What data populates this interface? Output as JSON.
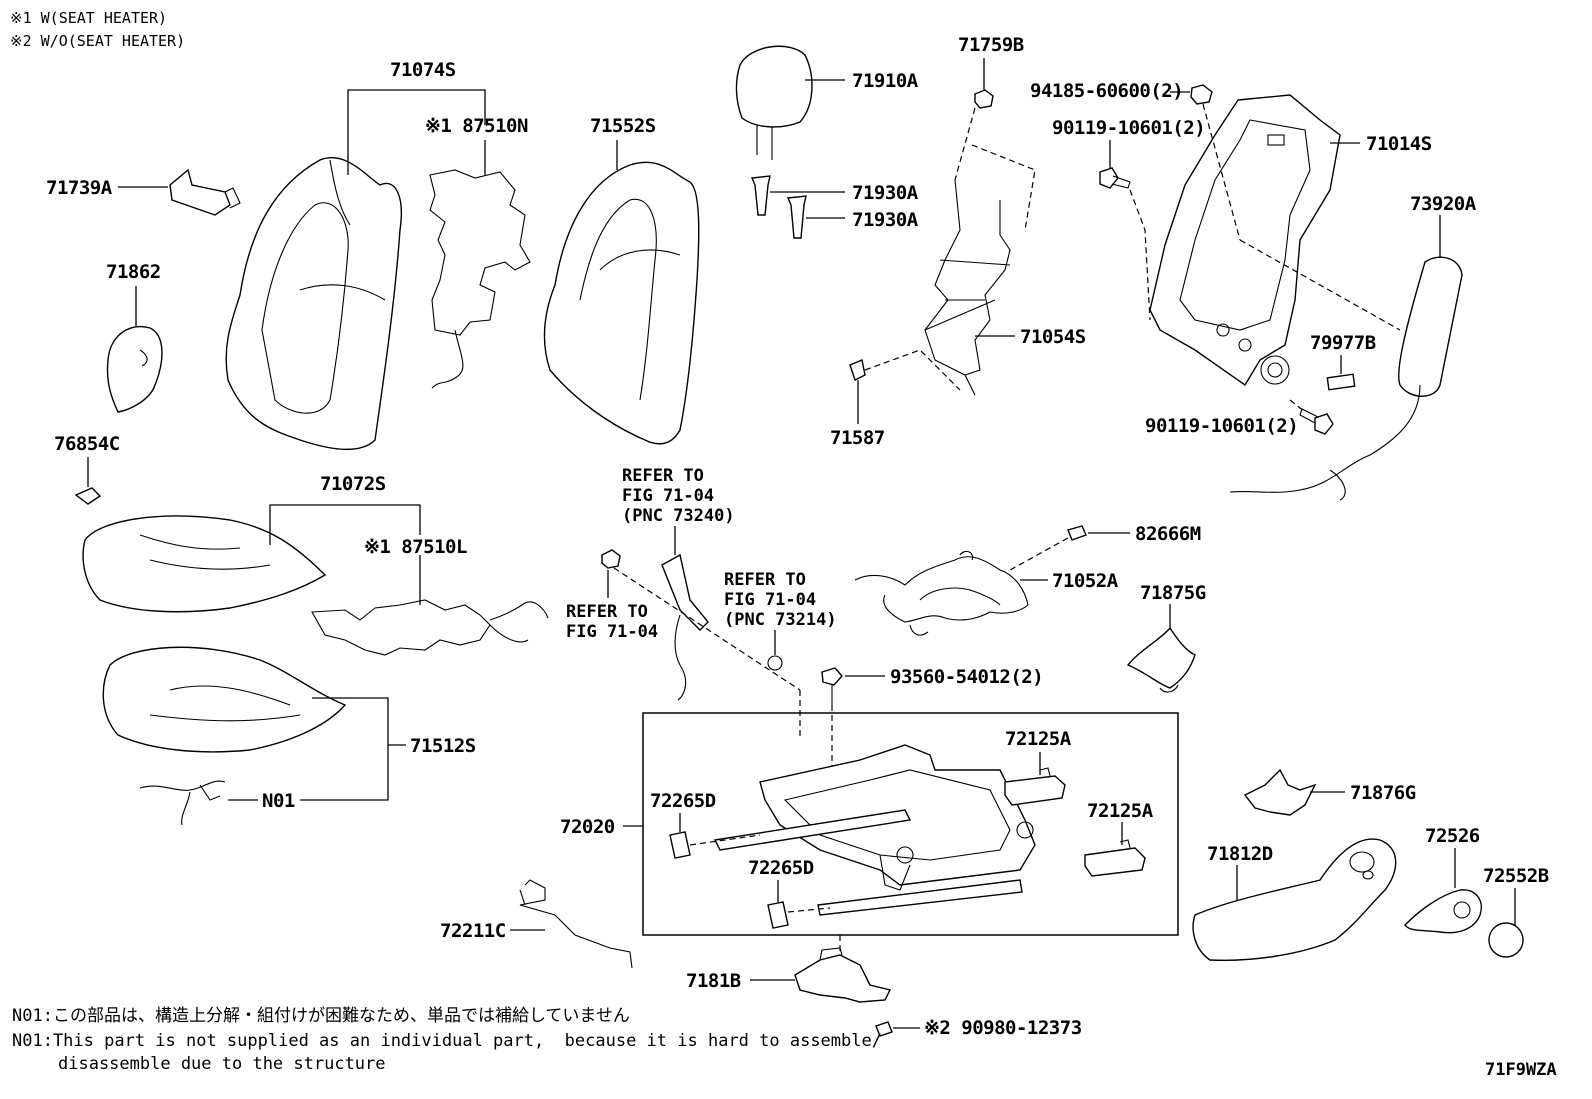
{
  "diagram_code": "71F9WZA",
  "legend": {
    "w_seat_heater": "※1 W(SEAT HEATER)",
    "wo_seat_heater": "※2 W/O(SEAT HEATER)"
  },
  "refer": {
    "r1": [
      "REFER TO",
      "FIG 71-04",
      "(PNC 73240)"
    ],
    "r2": [
      "REFER TO",
      "FIG 71-04",
      "(PNC 73214)"
    ],
    "r3": [
      "REFER TO",
      "FIG 71-04"
    ]
  },
  "parts": {
    "p71074S": "71074S",
    "p87510N": "※1 87510N",
    "p71552S": "71552S",
    "p71910A": "71910A",
    "p71930A_1": "71930A",
    "p71930A_2": "71930A",
    "p71759B": "71759B",
    "p94185": "94185-60600(2)",
    "p90119_a": "90119-10601(2)",
    "p71014S": "71014S",
    "p73920A": "73920A",
    "p71739A": "71739A",
    "p71862": "71862",
    "p71054S": "71054S",
    "p79977B": "79977B",
    "p90119_b": "90119-10601(2)",
    "p71587": "71587",
    "p76854C": "76854C",
    "p71072S": "71072S",
    "p87510L": "※1 87510L",
    "p82666M": "82666M",
    "p71052A": "71052A",
    "p71875G": "71875G",
    "p93560": "93560-54012(2)",
    "p71512S": "71512S",
    "pN01": "N01",
    "p72125A_1": "72125A",
    "p72265D_1": "72265D",
    "p72020": "72020",
    "p72125A_2": "72125A",
    "p72265D_2": "72265D",
    "p71876G": "71876G",
    "p71812D": "71812D",
    "p72526": "72526",
    "p72552B": "72552B",
    "p72211C": "72211C",
    "p7181B": "7181B",
    "p90980": "※2 90980-12373"
  },
  "footnotes": {
    "jp": "N01:この部品は、構造上分解・組付けが困難なため、単品では補給していません",
    "en1": "N01:This part is not supplied as an individual part,  because it is hard to assemble/",
    "en2": "disassemble due to the structure"
  }
}
